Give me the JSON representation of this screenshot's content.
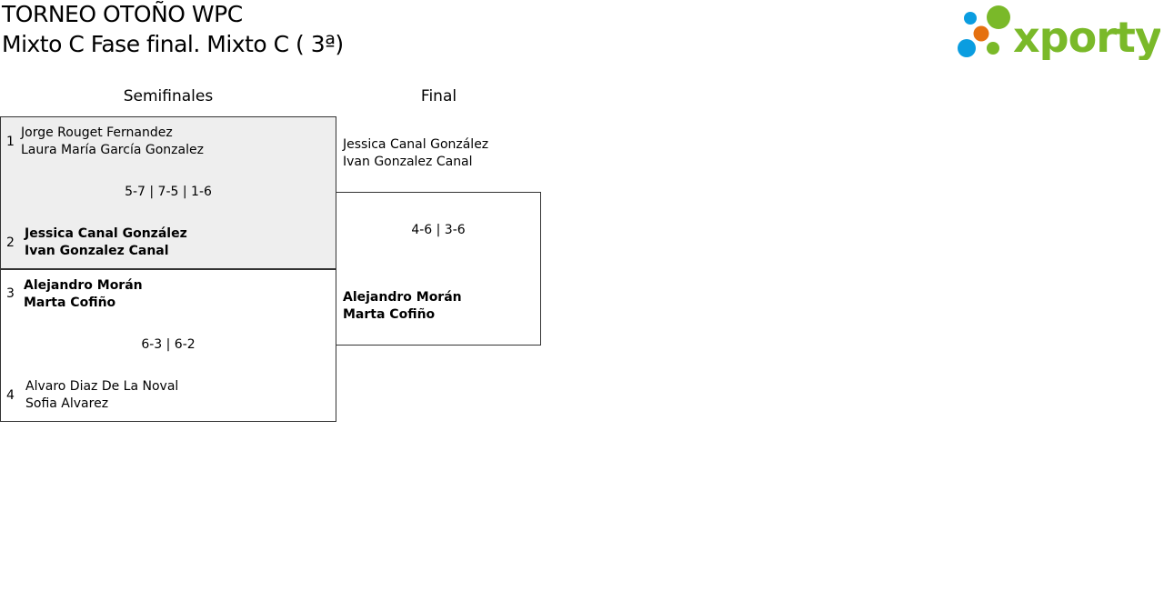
{
  "header": {
    "title": "TORNEO OTOÑO WPC",
    "subtitle": "Mixto C Fase final. Mixto C ( 3ª)",
    "logo_text": "xporty"
  },
  "rounds": [
    {
      "label": "Semifinales"
    },
    {
      "label": "Final"
    }
  ],
  "semifinals": [
    {
      "top": {
        "seed": "1",
        "p1": "Jorge Rouget Fernandez",
        "p2": "Laura María García Gonzalez",
        "winner": false
      },
      "score": "5-7 | 7-5 | 1-6",
      "bottom": {
        "seed": "2",
        "p1": "Jessica Canal González",
        "p2": "Ivan Gonzalez Canal",
        "winner": true
      }
    },
    {
      "top": {
        "seed": "3",
        "p1": "Alejandro Morán",
        "p2": "Marta Cofiño",
        "winner": true
      },
      "score": "6-3 | 6-2",
      "bottom": {
        "seed": "4",
        "p1": "Alvaro Diaz De La Noval",
        "p2": "Sofia Alvarez",
        "winner": false
      }
    }
  ],
  "final": {
    "top": {
      "p1": "Jessica Canal González",
      "p2": "Ivan Gonzalez Canal",
      "winner": false
    },
    "score": "4-6 | 3-6",
    "bottom": {
      "p1": "Alejandro Morán",
      "p2": "Marta Cofiño",
      "winner": true
    }
  },
  "colors": {
    "logo_green": "#7ab929",
    "logo_blue": "#0a9de0",
    "logo_orange": "#e5700f",
    "highlight": "#eeeeee"
  }
}
